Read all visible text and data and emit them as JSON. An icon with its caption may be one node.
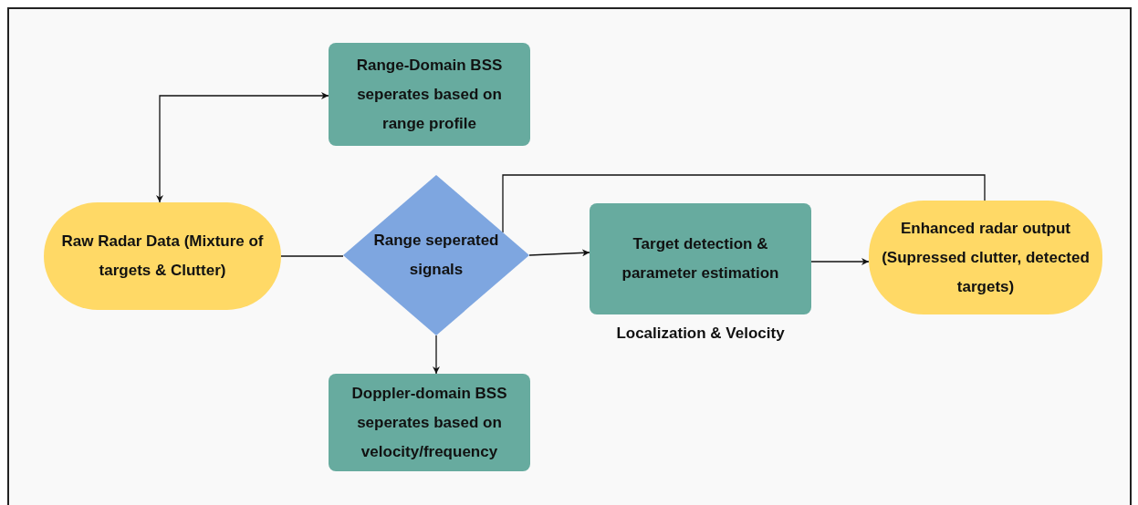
{
  "diagram": {
    "nodes": [
      {
        "text": [
          "Raw Radar Data (Mixture of targets & Clutter)"
        ]
      },
      {
        "text": [
          "Range-Domain BSS seperates based on range profile"
        ]
      },
      {
        "text": [
          "Range seperated signals"
        ]
      },
      {
        "text": [
          "Doppler-domain BSS seperates based on velocity/frequency"
        ]
      },
      {
        "text": [
          "Target detection & parameter estimation"
        ],
        "beside": [
          "Localization & Velocity"
        ]
      },
      {
        "text": [
          "Enhanced radar output (Supressed clutter, detected targets)"
        ]
      }
    ],
    "edges": [
      {
        "from": 0,
        "to": 1,
        "arrow": "both"
      },
      {
        "from": 0,
        "to": 2,
        "arrow": "none"
      },
      {
        "from": 2,
        "to": 3,
        "arrow": "to"
      },
      {
        "from": 2,
        "to": 4,
        "arrow": "to"
      },
      {
        "from": 4,
        "to": 5,
        "arrow": "to"
      },
      {
        "from": 2,
        "to": 5,
        "arrow": "none"
      }
    ]
  }
}
